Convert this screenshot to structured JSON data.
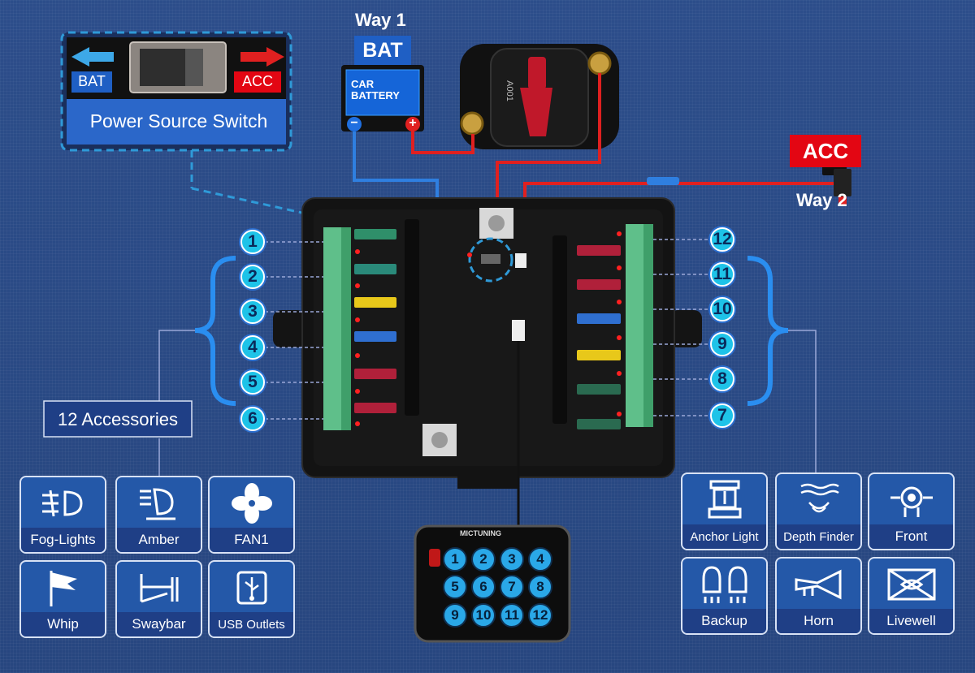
{
  "way1": {
    "title": "Way 1",
    "bat_tag": "BAT",
    "battery_label_1": "CAR",
    "battery_label_2": "BATTERY",
    "neg": "−",
    "pos": "+",
    "breaker_text": "A001"
  },
  "way2": {
    "acc_tag": "ACC",
    "title": "Way 2"
  },
  "switch_panel": {
    "left": "BAT",
    "right": "ACC",
    "title": "Power Source Switch"
  },
  "accessories_label": "12 Accessories",
  "left_numbers": [
    "1",
    "2",
    "3",
    "4",
    "5",
    "6"
  ],
  "right_numbers": [
    "12",
    "11",
    "10",
    "9",
    "8",
    "7"
  ],
  "left_accessories": [
    {
      "name": "Fog-Lights",
      "icon": "fog-light-icon"
    },
    {
      "name": "Amber",
      "icon": "amber-light-icon"
    },
    {
      "name": "FAN1",
      "icon": "fan-icon"
    },
    {
      "name": "Whip",
      "icon": "whip-flag-icon"
    },
    {
      "name": "Swaybar",
      "icon": "swaybar-icon"
    },
    {
      "name": "USB Outlets",
      "icon": "usb-icon"
    }
  ],
  "right_accessories": [
    {
      "name": "Anchor Light",
      "icon": "anchor-light-icon"
    },
    {
      "name": "Depth Finder",
      "icon": "depth-finder-icon"
    },
    {
      "name": "Front",
      "icon": "front-light-icon"
    },
    {
      "name": "Backup",
      "icon": "backup-light-icon"
    },
    {
      "name": "Horn",
      "icon": "horn-icon"
    },
    {
      "name": "Livewell",
      "icon": "livewell-icon"
    }
  ],
  "keypad": {
    "brand": "MICTUNING",
    "keys": [
      "1",
      "2",
      "3",
      "4",
      "5",
      "6",
      "7",
      "8",
      "9",
      "10",
      "11",
      "12"
    ]
  },
  "colors": {
    "background": "#2a4a86",
    "accent_cyan": "#1ec3e8",
    "acc_red": "#e30613",
    "wire_red": "#e02020",
    "wire_blue": "#2f7fe0",
    "card_fill": "#2458a8"
  }
}
